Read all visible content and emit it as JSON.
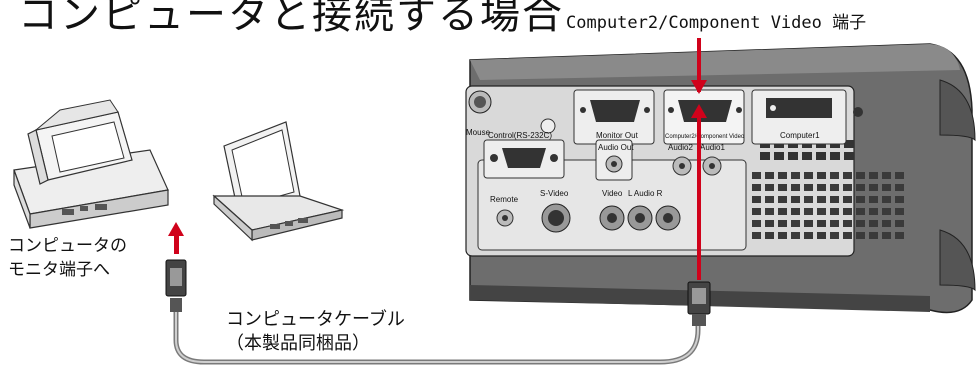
{
  "title": "コンピュータと接続する場合",
  "port_label": "Computer2/Component Video 端子",
  "pc_label": "コンピュータの\nモニタ端子へ",
  "cable_label": "コンピュータケーブル\n（本製品同梱品）",
  "panel": {
    "mouse": "Mouse",
    "monitor_out": "Monitor Out",
    "computer2": "Computer2/Component Video",
    "computer1": "Computer1",
    "control": "Control(RS-232C)",
    "audio_out": "Audio Out",
    "audio2": "Audio2",
    "audio1": "Audio1",
    "remote": "Remote",
    "s_video": "S-Video",
    "video": "Video",
    "l_audio_r": "L Audio R"
  },
  "colors": {
    "arrow": "#d0021b",
    "cable": "#888888"
  }
}
